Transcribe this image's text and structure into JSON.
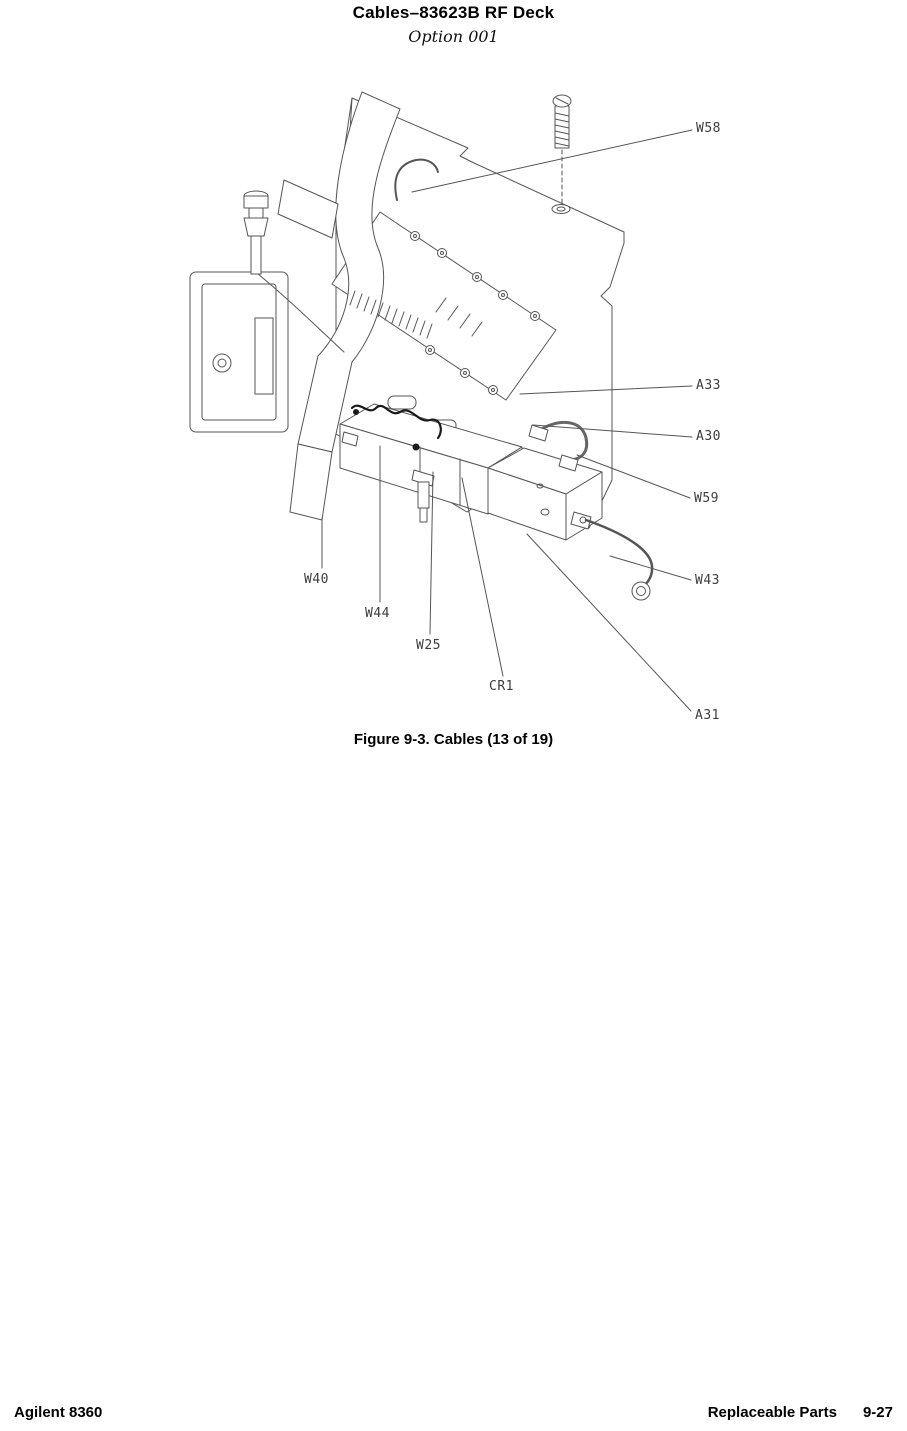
{
  "header": {
    "title": "Cables–83623B RF Deck",
    "subtitle": "Option 001"
  },
  "figure": {
    "caption": "Figure 9-3. Cables (13 of 19)",
    "callouts": [
      {
        "id": "W58",
        "text": "W58"
      },
      {
        "id": "A33",
        "text": "A33"
      },
      {
        "id": "A30",
        "text": "A30"
      },
      {
        "id": "W59",
        "text": "W59"
      },
      {
        "id": "W43",
        "text": "W43"
      },
      {
        "id": "W40",
        "text": "W40"
      },
      {
        "id": "W44",
        "text": "W44"
      },
      {
        "id": "W25",
        "text": "W25"
      },
      {
        "id": "CR1",
        "text": "CR1"
      },
      {
        "id": "A31",
        "text": "A31"
      }
    ]
  },
  "footer": {
    "left": "Agilent 8360",
    "right": "Replaceable Parts",
    "page": "9-27"
  }
}
